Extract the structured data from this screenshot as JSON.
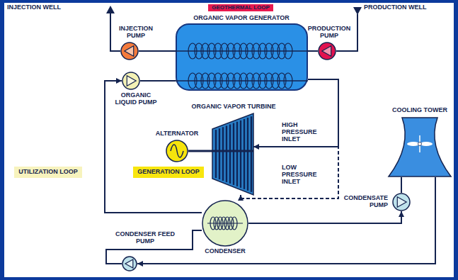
{
  "diagram": {
    "nodes": [
      {
        "text": [
          "GEOTHERMAL LOOP"
        ]
      },
      {
        "text": [
          "INJECTION PUMP"
        ]
      },
      {
        "text": [
          "ORGANIC VAPOR GENERATOR"
        ]
      },
      {
        "text": [
          "PRODUCTION PUMP"
        ]
      },
      {
        "text": [
          "ORGANIC LIQUID PUMP"
        ]
      },
      {
        "text": [
          "ALTERNATOR"
        ]
      },
      {
        "text": [
          "ORGANIC VAPOR TURBINE"
        ]
      },
      {
        "text": [
          "COOLING TOWER"
        ]
      },
      {
        "text": [
          "UTILIZATION LOOP"
        ]
      },
      {
        "text": [
          "GENERATION LOOP"
        ]
      },
      {
        "text": [
          "CONDENSATE PUMP"
        ]
      },
      {
        "text": [
          "CONDENSER"
        ]
      },
      {
        "text": [
          "CONDENSER FEED PUMP"
        ]
      }
    ],
    "edges": [
      {
        "from": 3,
        "to": 2,
        "arrow": "none"
      },
      {
        "from": 2,
        "to": 1,
        "arrow": "none"
      },
      {
        "from": 4,
        "to": 2,
        "arrow": "none"
      },
      {
        "from": 2,
        "to": 6,
        "arrow": "to",
        "label": "HIGH PRESSURE INLET"
      },
      {
        "from": 2,
        "to": 6,
        "arrow": "to",
        "label": "LOW PRESSURE INLET"
      },
      {
        "from": 11,
        "to": 4,
        "arrow": "to"
      },
      {
        "from": 11,
        "to": 10,
        "arrow": "to"
      },
      {
        "from": 10,
        "to": 7,
        "arrow": "none"
      },
      {
        "from": 7,
        "to": 12,
        "arrow": "to"
      },
      {
        "from": 12,
        "to": 11,
        "arrow": "none"
      },
      {
        "from": 5,
        "to": 6,
        "arrow": "none"
      }
    ],
    "labels": [
      "INJECTION WELL",
      "PRODUCTION WELL"
    ]
  }
}
